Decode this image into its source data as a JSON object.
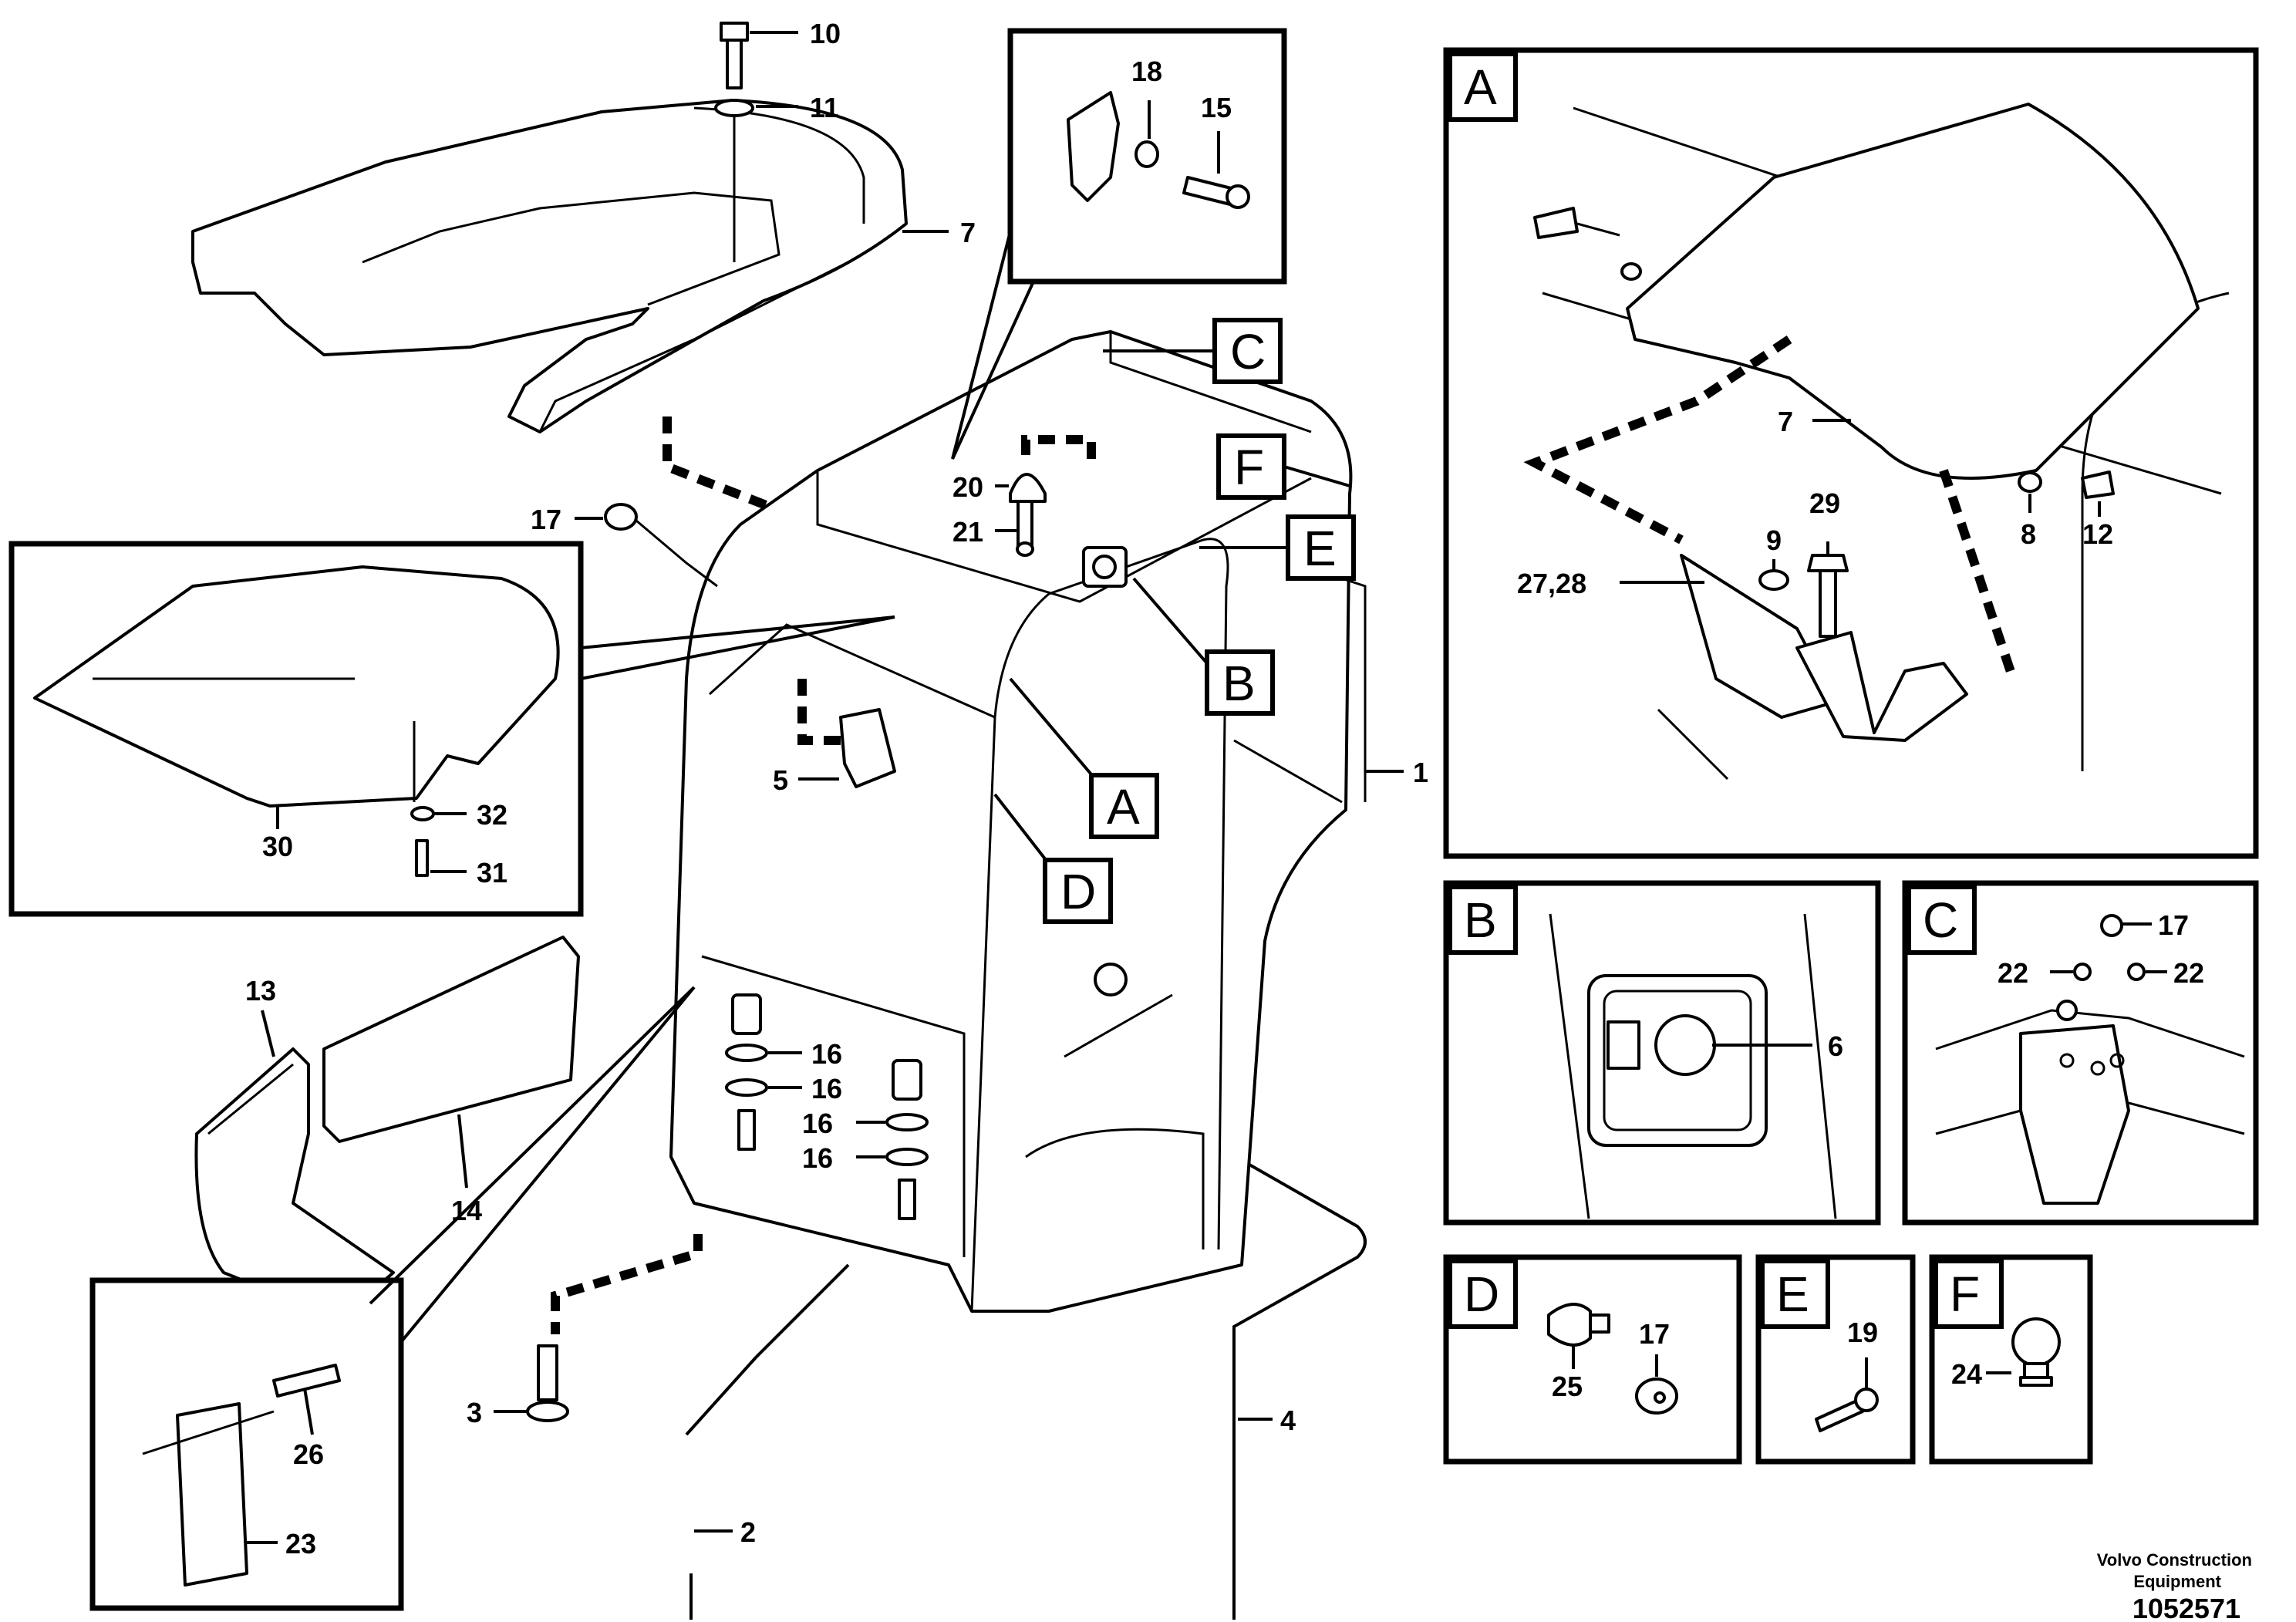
{
  "callouts": {
    "n1": "1",
    "n2": "2",
    "n3": "3",
    "n4": "4",
    "n5": "5",
    "n6": "6",
    "n7": "7",
    "n7a": "7",
    "n8": "8",
    "n9": "9",
    "n10": "10",
    "n11": "11",
    "n12": "12",
    "n13": "13",
    "n14": "14",
    "n15": "15",
    "n16a": "16",
    "n16b": "16",
    "n16c": "16",
    "n16d": "16",
    "n17a": "17",
    "n17c": "17",
    "n17d": "17",
    "n18": "18",
    "n19": "19",
    "n20": "20",
    "n21": "21",
    "n22a": "22",
    "n22b": "22",
    "n23": "23",
    "n24": "24",
    "n25": "25",
    "n26": "26",
    "n27": "27,28",
    "n29": "29",
    "n30": "30",
    "n31": "31",
    "n32": "32"
  },
  "detail_labels": {
    "a": "A",
    "b": "B",
    "c": "C",
    "d": "D",
    "e": "E",
    "f": "F",
    "A_ref": "A",
    "B_ref": "B",
    "C_ref": "C",
    "D_ref": "D",
    "E_ref": "E",
    "F_ref": "F"
  },
  "footer": {
    "brand_line1": "Volvo Construction",
    "brand_line2": "Equipment",
    "drawing_number": "1052571"
  }
}
